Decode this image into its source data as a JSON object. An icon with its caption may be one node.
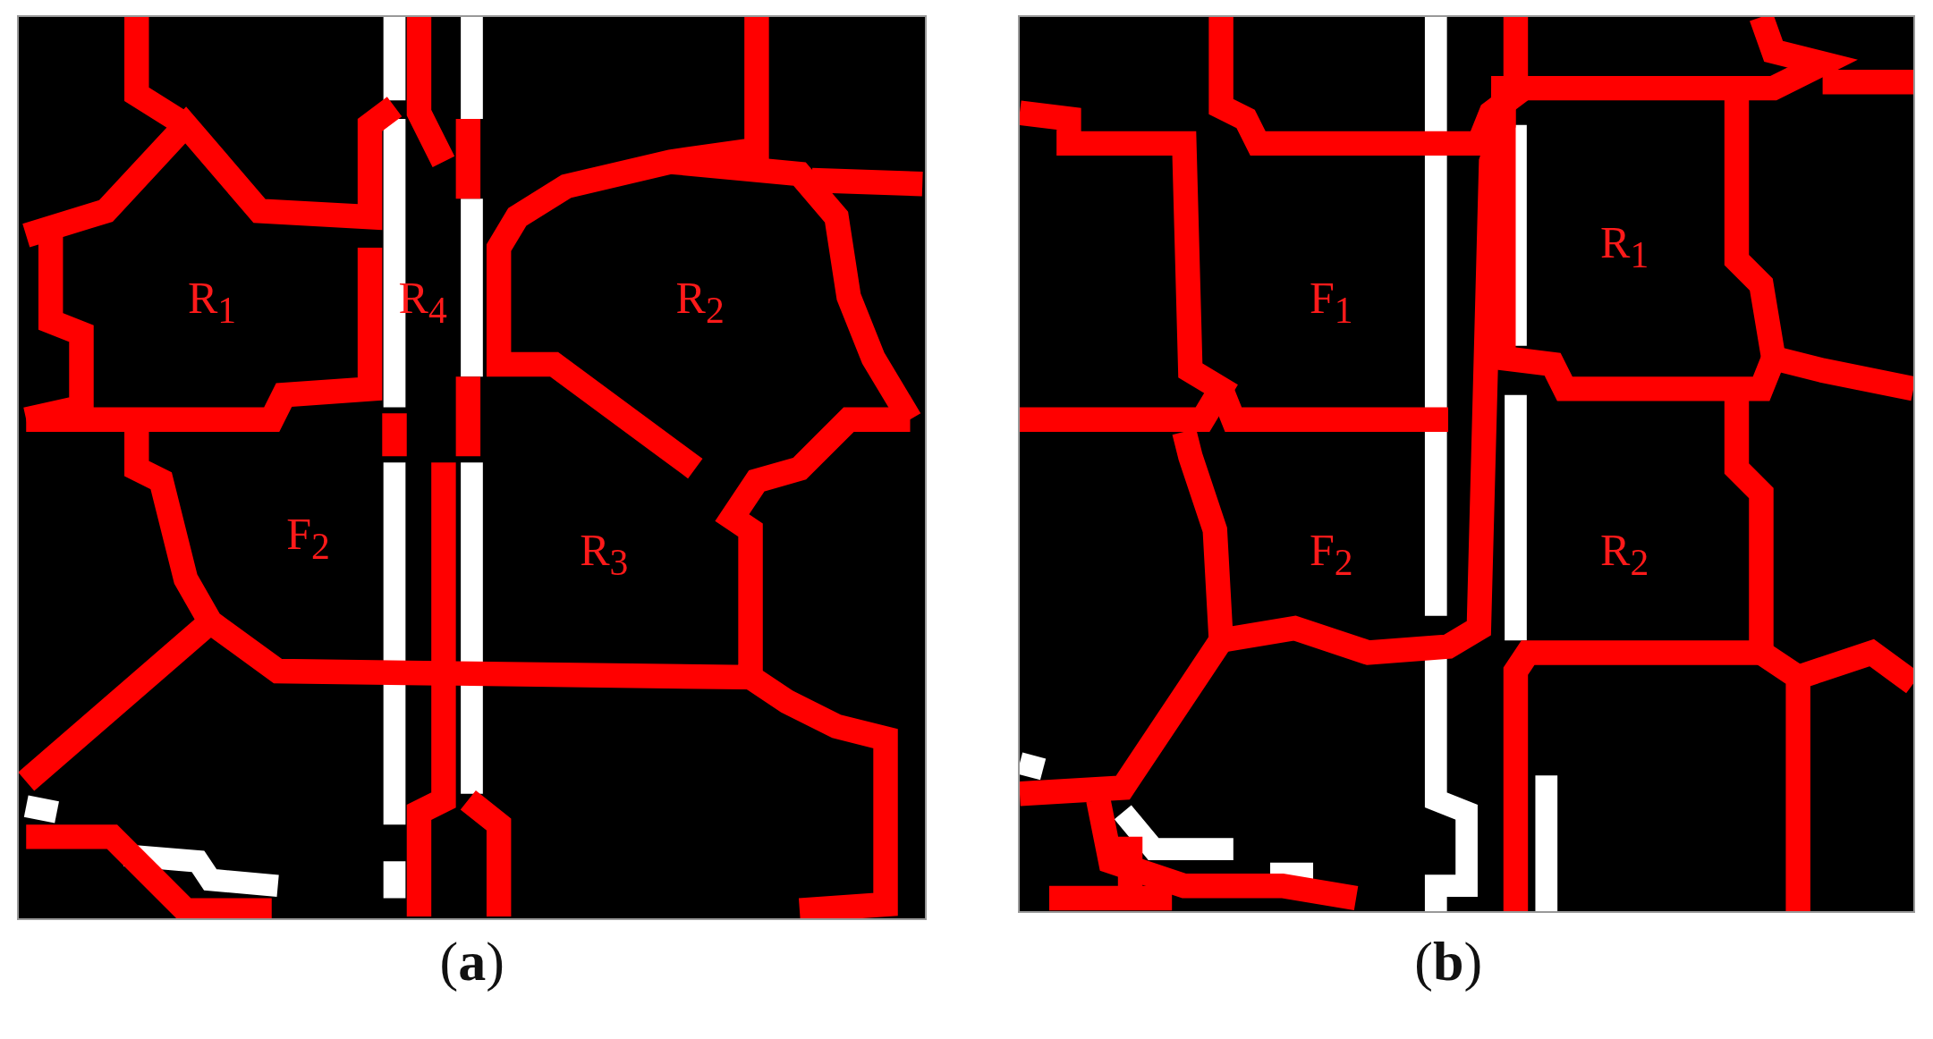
{
  "diagram": {
    "labels": [
      "R$_{1}$",
      "R$_{4}$",
      "R$_{2}$",
      "F$_{2}$",
      "R$_{3}$",
      "(**a**)",
      "F$_{1}$",
      "R$_{1}$",
      "F$_{2}$",
      "R$_{2}$",
      "(**b**)"
    ]
  }
}
